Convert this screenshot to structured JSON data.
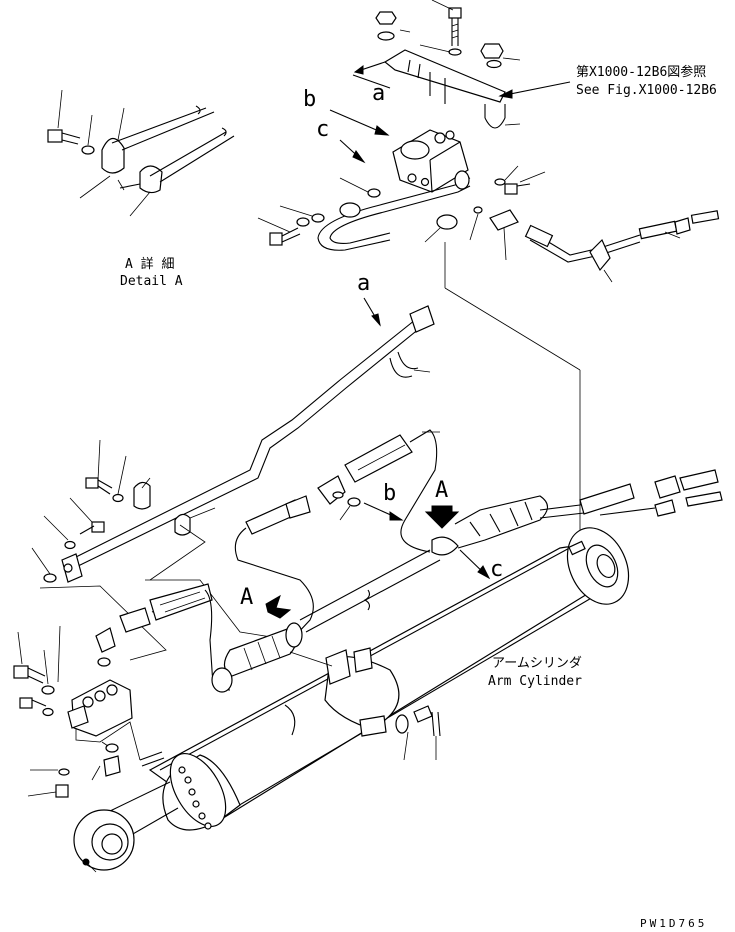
{
  "labels": {
    "ref_jp": "第X1000-12B6図参照",
    "ref_en": "See Fig.X1000-12B6",
    "detail_jp": "A 詳 細",
    "detail_en": "Detail A",
    "cyl_jp": "アームシリンダ",
    "cyl_en": "Arm Cylinder",
    "a_top": "a",
    "b_top": "b",
    "c_top": "c",
    "a_mid": "a",
    "b_mid": "b",
    "c_mid": "c",
    "A_arrow_right": "A",
    "A_arrow_left": "A",
    "drawing_no": "PW1D765"
  }
}
